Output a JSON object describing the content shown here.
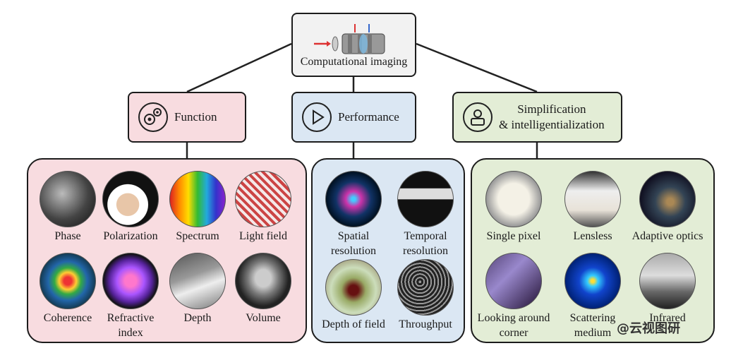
{
  "root": {
    "label": "Computational imaging"
  },
  "categories": [
    {
      "label": "Function",
      "icon": "gears-icon",
      "color": "#f8dce0"
    },
    {
      "label": "Performance",
      "icon": "play-icon",
      "color": "#dbe7f3"
    },
    {
      "label_line1": "Simplification",
      "label_line2": "& intelligentialization",
      "icon": "user-screen-icon",
      "color": "#e3edd6"
    }
  ],
  "function_items": [
    "Phase",
    "Polarization",
    "Spectrum",
    "Light field",
    "Coherence",
    "Refractive index",
    "Depth",
    "Volume"
  ],
  "performance_items": [
    "Spatial resolution",
    "Temporal resolution",
    "Depth of field",
    "Throughput"
  ],
  "simplification_items": [
    "Single pixel",
    "Lensless",
    "Adaptive optics",
    "Looking around corner",
    "Scattering medium",
    "Infrared"
  ],
  "watermark": "@云视图研"
}
